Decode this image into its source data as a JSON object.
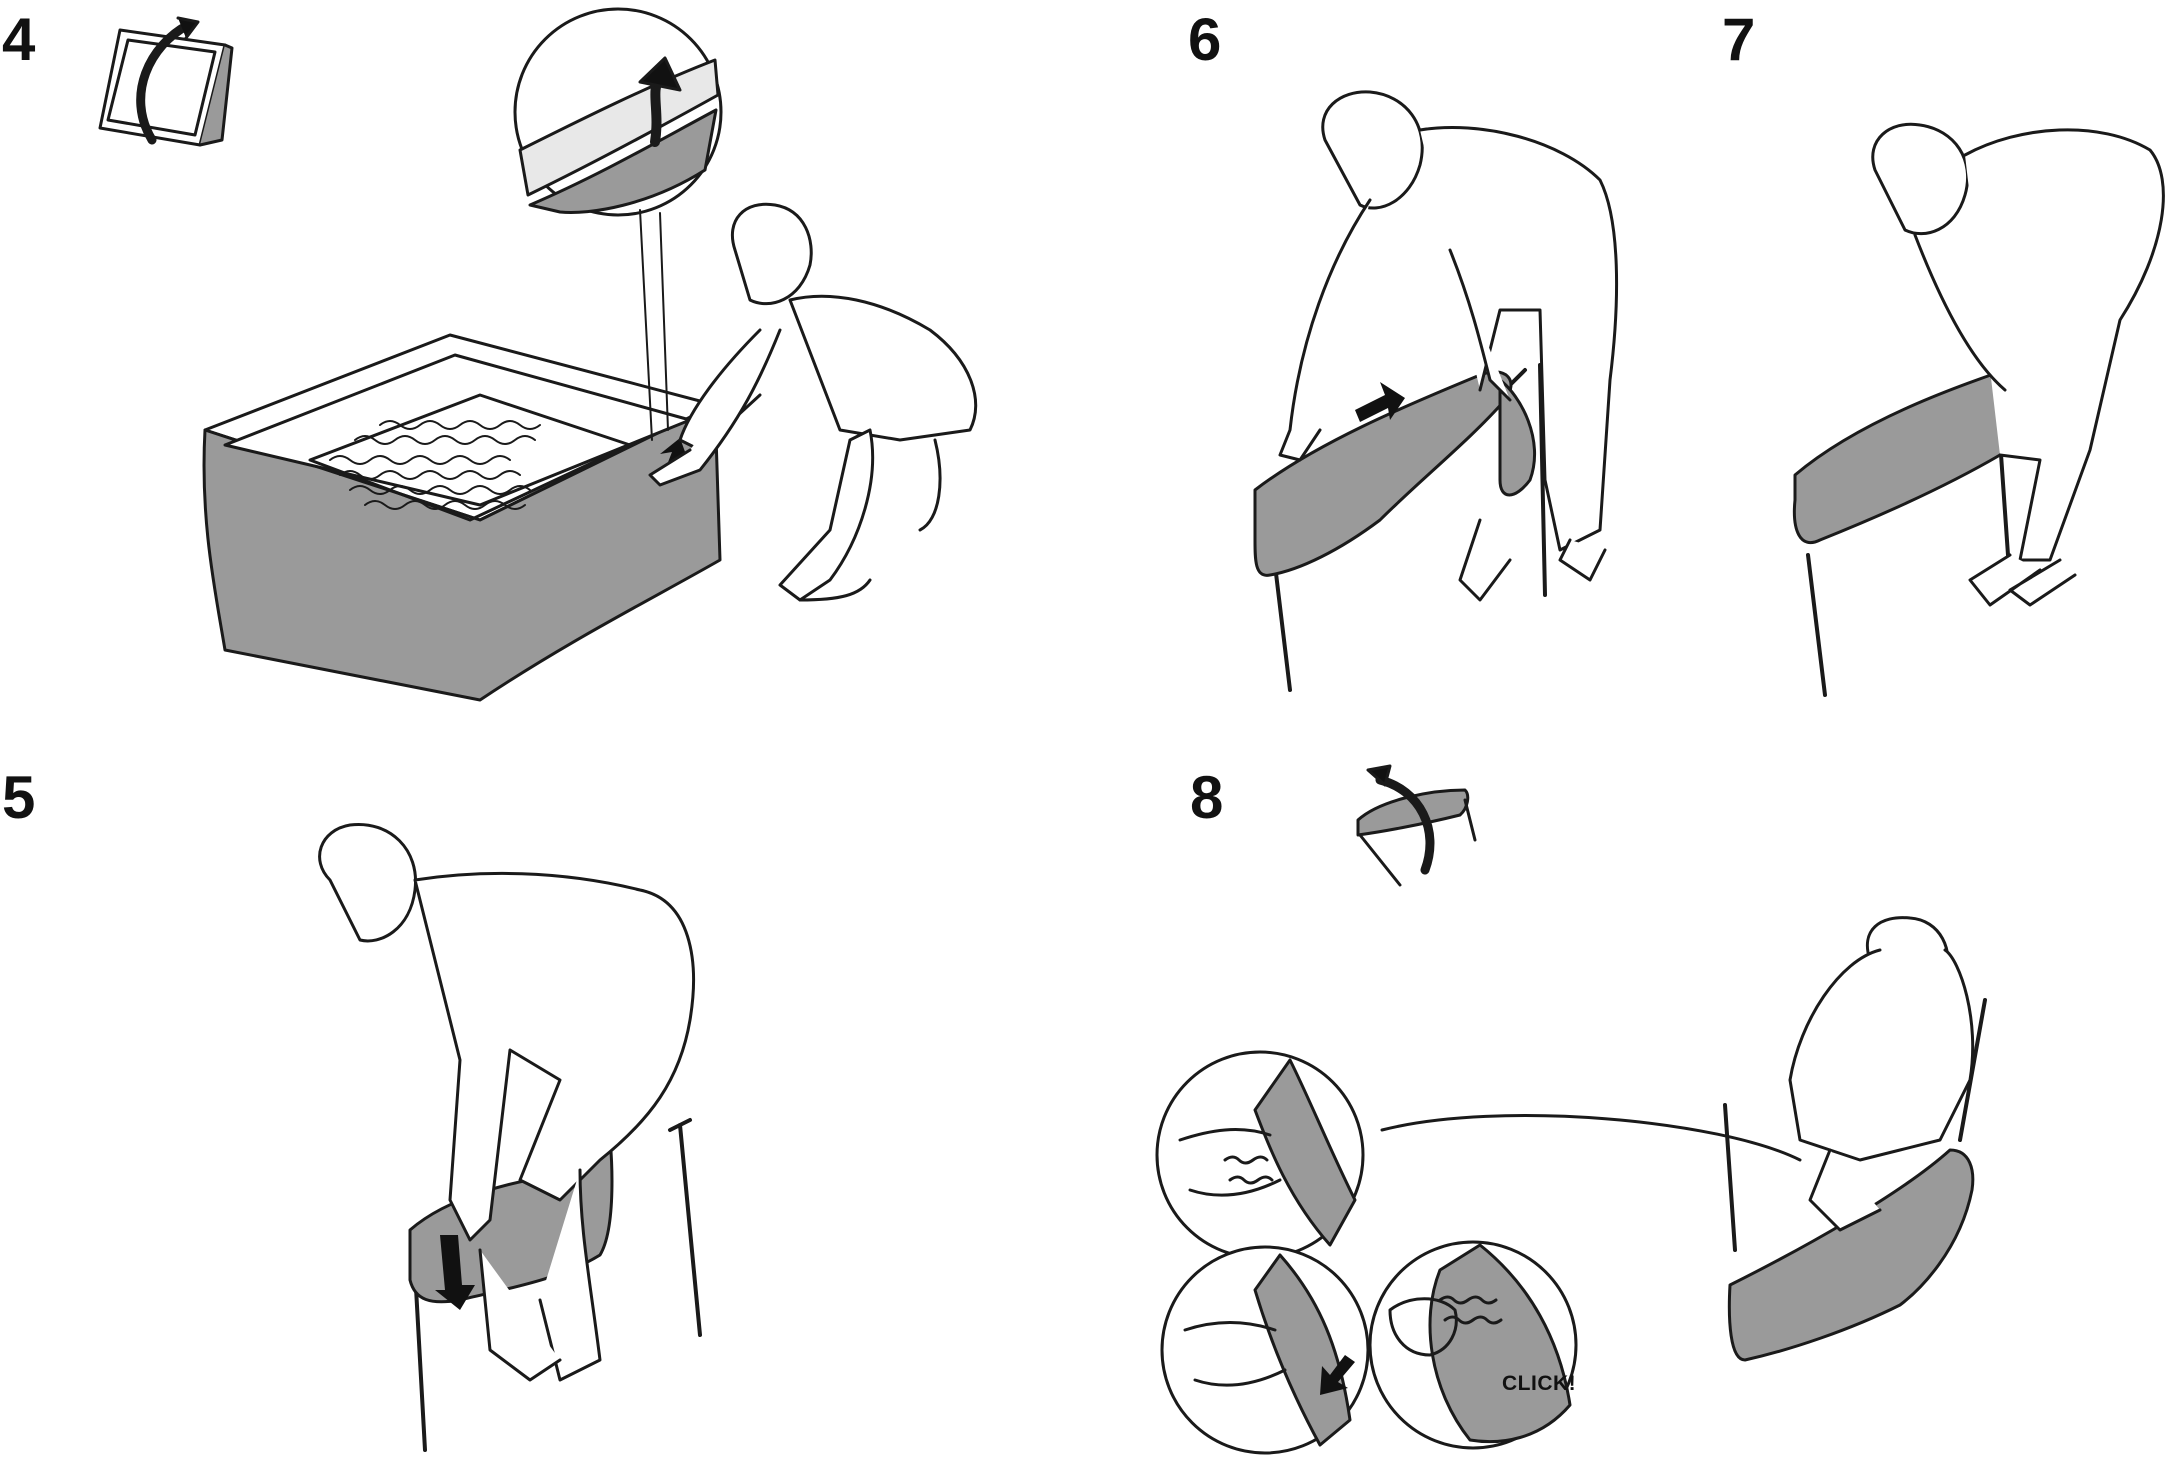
{
  "steps": [
    {
      "number": "4",
      "topic": "slide frame with springs into seat cover"
    },
    {
      "number": "5",
      "topic": "pull cover down over backrest"
    },
    {
      "number": "6",
      "topic": "slide cover over backrest frame"
    },
    {
      "number": "7",
      "topic": "pull cover down"
    },
    {
      "number": "8",
      "topic": "close zipper under backrest"
    }
  ],
  "zoom_callouts": {
    "click_text": "CLICK!"
  },
  "colors": {
    "line": "#1a1a1a",
    "fabric": "#9a9a9a",
    "background": "#ffffff",
    "arrow": "#111111"
  },
  "icons": [
    "rotate-cushion-icon",
    "rotate-backrest-icon",
    "direction-arrow-icon",
    "zipper-detail-icon"
  ]
}
